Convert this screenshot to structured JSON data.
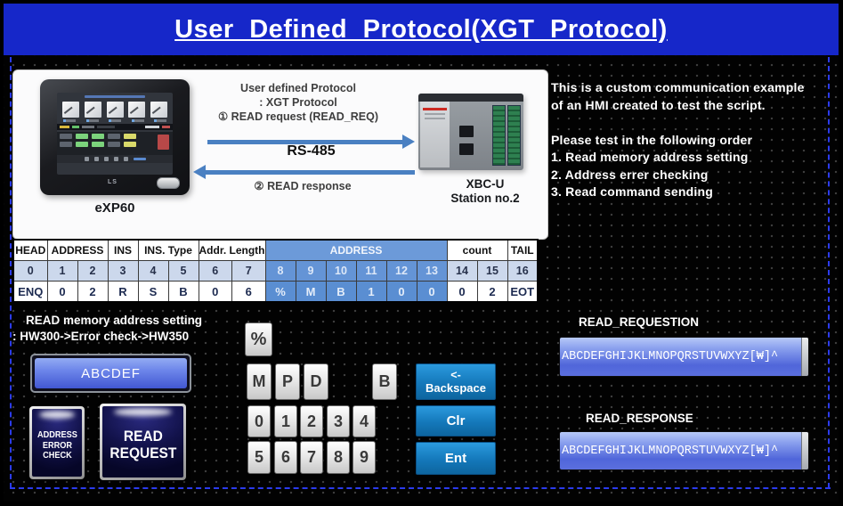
{
  "title": "User Defined Protocol(XGT Protocol)",
  "diagram": {
    "hmi_label": "eXP60",
    "plc_label_line1": "XBC-U",
    "plc_label_line2": "Station no.2",
    "protocol_line1": "User defined Protocol",
    "protocol_line2": ": XGT Protocol",
    "protocol_line3": "① READ request (READ_REQ)",
    "bus_label": "RS-485",
    "response_label": "② READ response"
  },
  "info": {
    "lines": [
      "This is a custom communication example",
      "of an HMI created to test the script.",
      "",
      "Please test in the following order",
      "1. Read memory address setting",
      "2. Address errer checking",
      "3. Read command sending"
    ]
  },
  "frame_table": {
    "header_labels": [
      "HEAD",
      "ADDRESS",
      "INS",
      "INS. Type",
      "Addr. Length",
      "ADDRESS",
      "count",
      "TAIL"
    ],
    "header_spans": [
      1,
      2,
      1,
      2,
      2,
      6,
      2,
      1
    ],
    "indices": [
      "0",
      "1",
      "2",
      "3",
      "4",
      "5",
      "6",
      "7",
      "8",
      "9",
      "10",
      "11",
      "12",
      "13",
      "14",
      "15",
      "16"
    ],
    "values": [
      "ENQ",
      "0",
      "2",
      "R",
      "S",
      "B",
      "0",
      "6",
      "%",
      "M",
      "B",
      "1",
      "0",
      "0",
      "0",
      "2",
      "EOT"
    ]
  },
  "memory_setting": {
    "line1": "READ memory address setting",
    "line2": ": HW300->Error check->HW350"
  },
  "address_input": {
    "value": "ABCDEF"
  },
  "buttons": {
    "error_check_line1": "ADDRESS",
    "error_check_line2": "ERROR",
    "error_check_line3": "CHECK",
    "read_request_line1": "READ",
    "read_request_line2": "REQUEST"
  },
  "keypad": {
    "percent": "%",
    "letters": [
      "M",
      "P",
      "D",
      "B"
    ],
    "digits_row1": [
      "0",
      "1",
      "2",
      "3",
      "4"
    ],
    "digits_row2": [
      "5",
      "6",
      "7",
      "8",
      "9"
    ],
    "backspace_line1": "<-",
    "backspace_line2": "Backspace",
    "clr": "Clr",
    "ent": "Ent"
  },
  "io": {
    "request_label": "READ_REQUESTION",
    "request_value": "ABCDEFGHIJKLMNOPQRSTUVWXYZ[₩]^",
    "response_label": "READ_RESPONSE",
    "response_value": "ABCDEFGHIJKLMNOPQRSTUVWXYZ[₩]^"
  },
  "colors": {
    "title_bar_blue": "#1627c9",
    "table_header_blue": "#6c9ad9",
    "table_index_bg": "#ccd8ec",
    "action_button_blue": "#1478ba",
    "field_gradient_blue": "#5f76e0",
    "arrow_blue": "#4a80c2",
    "navy_button": "#12124a",
    "guide_dashed_blue": "#2b3bee"
  }
}
